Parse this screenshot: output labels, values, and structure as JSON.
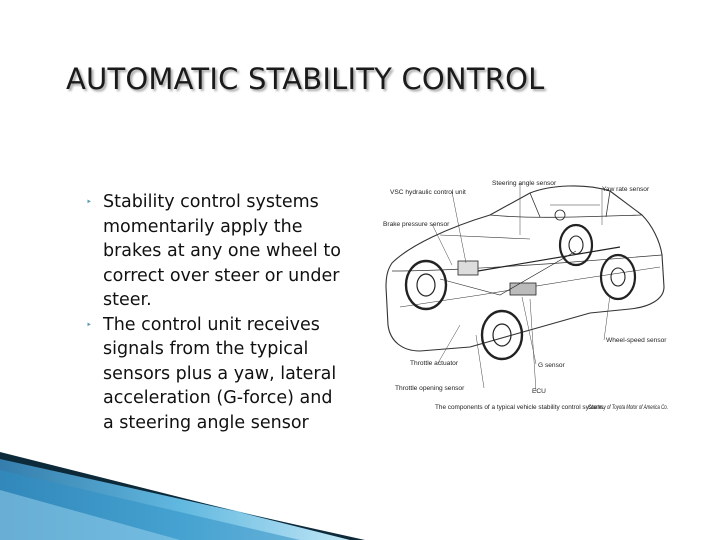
{
  "title": "AUTOMATIC STABILITY CONTROL",
  "bullets": [
    {
      "marker": "‣",
      "text": "Stability control systems momentarily apply the brakes at any one wheel to correct over steer or under steer."
    },
    {
      "marker": "‣",
      "text": "The control unit receives signals from the typical sensors plus a yaw, lateral acceleration (G-force) and a steering angle sensor"
    }
  ],
  "figure": {
    "labels": {
      "vsc_hydraulic_control_unit": "VSC hydraulic control unit",
      "steering_angle_sensor": "Steering angle sensor",
      "yaw_rate_sensor": "Yaw rate sensor",
      "brake_pressure_sensor": "Brake pressure sensor",
      "throttle_actuator": "Throttle actuator",
      "wheel_speed_sensor": "Wheel-speed sensor",
      "g_sensor": "G sensor",
      "throttle_opening_sensor": "Throttle opening sensor",
      "ecu": "ECU"
    },
    "caption": "The components of a typical vehicle stability control system.",
    "credit": "Courtesy of Toyota Motor of America Co."
  },
  "theme": {
    "accent": "#5a9ab8",
    "decor_dark": "#0d2a3a",
    "decor_blue": "#2f8fc4",
    "decor_light": "#9fd6ef"
  }
}
